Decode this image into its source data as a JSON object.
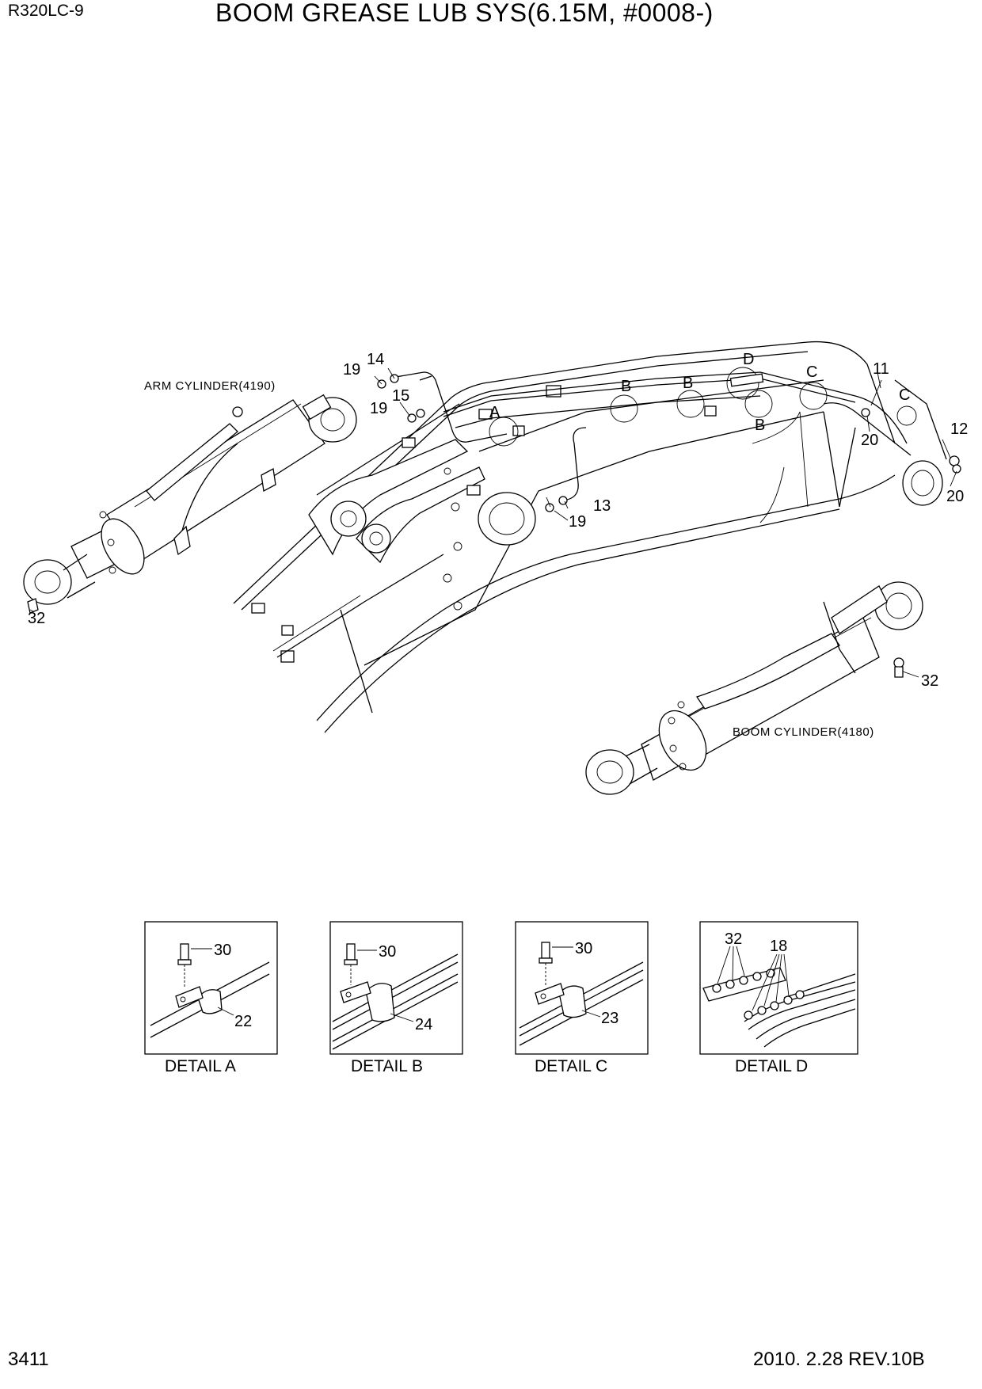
{
  "header": {
    "model": "R320LC-9",
    "title": "BOOM GREASE LUB SYS(6.15M, #0008-)"
  },
  "footer": {
    "page_number": "3411",
    "revision": "2010. 2.28  REV.10B"
  },
  "diagram": {
    "arm_cylinder_label": "ARM CYLINDER(4190)",
    "boom_cylinder_label": "BOOM CYLINDER(4180)",
    "callouts": {
      "c14": "14",
      "c19a": "19",
      "c15": "15",
      "c19b": "19",
      "cA": "A",
      "cB1": "B",
      "cB2": "B",
      "cD": "D",
      "cC1": "C",
      "c11": "11",
      "cC2": "C",
      "cB3": "B",
      "c20a": "20",
      "c12": "12",
      "c20b": "20",
      "c13": "13",
      "c19c": "19",
      "c32a": "32",
      "c32b": "32"
    },
    "details": [
      {
        "label": "DETAIL  A",
        "bolt": "30",
        "clamp": "22"
      },
      {
        "label": "DETAIL  B",
        "bolt": "30",
        "clamp": "24"
      },
      {
        "label": "DETAIL  C",
        "bolt": "30",
        "clamp": "23"
      },
      {
        "label": "DETAIL  D",
        "part_a": "32",
        "part_b": "18"
      }
    ]
  }
}
